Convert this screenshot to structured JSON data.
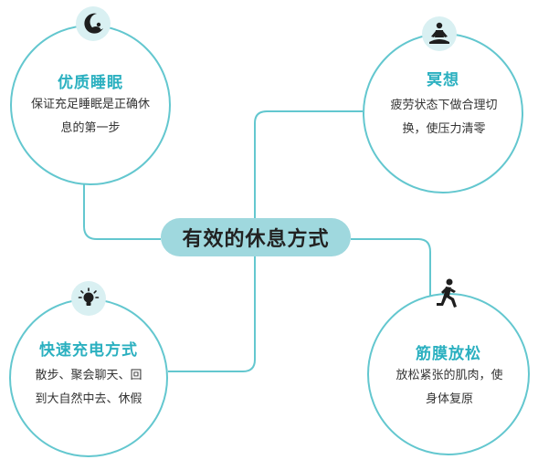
{
  "center_title": "有效的休息方式",
  "nodes": {
    "sleep": {
      "title": "优质睡眠",
      "lines": [
        "保证充足睡眠是正确休",
        "息的第一步"
      ],
      "icon": "moon-sleep-icon"
    },
    "meditation": {
      "title": "冥想",
      "lines": [
        "疲劳状态下做合理切",
        "换，使压力清零"
      ],
      "icon": "meditation-icon"
    },
    "recharge": {
      "title": "快速充电方式",
      "lines": [
        "散步、聚会聊天、回",
        "到大自然中去、休假"
      ],
      "icon": "lightbulb-icon"
    },
    "relax": {
      "title": "筋膜放松",
      "lines": [
        "放松紧张的肌肉，使",
        "身体复原"
      ],
      "icon": "running-person-icon"
    }
  },
  "colors": {
    "accent": "#2bb0c0",
    "circle_border": "#63c7cf",
    "center_fill": "#9fd8de",
    "icon_bg": "#d9f0f2"
  }
}
